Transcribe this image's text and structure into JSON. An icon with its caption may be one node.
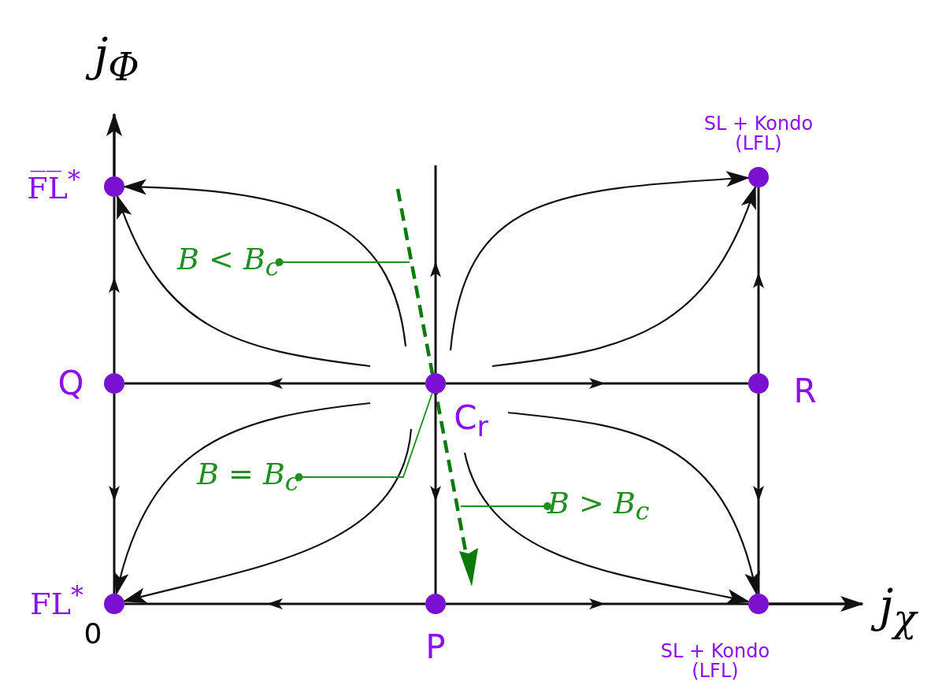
{
  "diagram": {
    "nodes": [
      {
        "text": [],
        "shape": "circle",
        "beside": [
          "F̅L̅$^{*}$"
        ]
      },
      {
        "text": [],
        "shape": "circle",
        "beside": [
          "SL + Kondo (LFL)"
        ]
      },
      {
        "text": [],
        "shape": "circle",
        "beside": [
          "Q"
        ]
      },
      {
        "text": [],
        "shape": "circle",
        "beside": [
          "C$_{r}$"
        ]
      },
      {
        "text": [],
        "shape": "circle",
        "beside": [
          "R"
        ]
      },
      {
        "text": [],
        "shape": "circle",
        "beside": [
          "FL$^{*}$"
        ]
      },
      {
        "text": [],
        "shape": "circle",
        "beside": [
          "P"
        ]
      },
      {
        "text": [],
        "shape": "circle",
        "beside": [
          "SL + Kondo (LFL)"
        ]
      },
      {
        "text": [
          "B < B$_{c}$"
        ]
      },
      {
        "text": [
          "B = B$_{c}$"
        ]
      },
      {
        "text": [
          "B > B$_{c}$"
        ]
      }
    ],
    "edges": [
      {
        "from": 2,
        "to": 0,
        "arrow": "to"
      },
      {
        "from": 2,
        "to": 5,
        "arrow": "to"
      },
      {
        "from": 3,
        "to": 2,
        "arrow": "to"
      },
      {
        "from": 3,
        "to": 4,
        "arrow": "to"
      },
      {
        "from": 3,
        "to": null,
        "arrow": "to"
      },
      {
        "from": 3,
        "to": 6,
        "arrow": "to"
      },
      {
        "from": 4,
        "to": 1,
        "arrow": "to"
      },
      {
        "from": 4,
        "to": 7,
        "arrow": "to"
      },
      {
        "from": 6,
        "to": 5,
        "arrow": "to"
      },
      {
        "from": 6,
        "to": 7,
        "arrow": "to"
      },
      {
        "from": null,
        "to": 0,
        "arrow": "to"
      },
      {
        "from": null,
        "to": 0,
        "arrow": "to"
      },
      {
        "from": null,
        "to": 1,
        "arrow": "to"
      },
      {
        "from": null,
        "to": 1,
        "arrow": "to"
      },
      {
        "from": null,
        "to": 5,
        "arrow": "to"
      },
      {
        "from": null,
        "to": 5,
        "arrow": "to"
      },
      {
        "from": null,
        "to": 7,
        "arrow": "to"
      },
      {
        "from": null,
        "to": 7,
        "arrow": "to"
      },
      {
        "from": 8,
        "to": null,
        "arrow": "other",
        "color": "#1f8f1f"
      },
      {
        "from": 9,
        "to": 3,
        "arrow": "other",
        "color": "#1f8f1f"
      },
      {
        "from": 10,
        "to": null,
        "arrow": "other",
        "color": "#1f8f1f"
      }
    ],
    "labels": [
      "j$_{Φ}$",
      "0",
      "j$_{χ}$"
    ]
  }
}
